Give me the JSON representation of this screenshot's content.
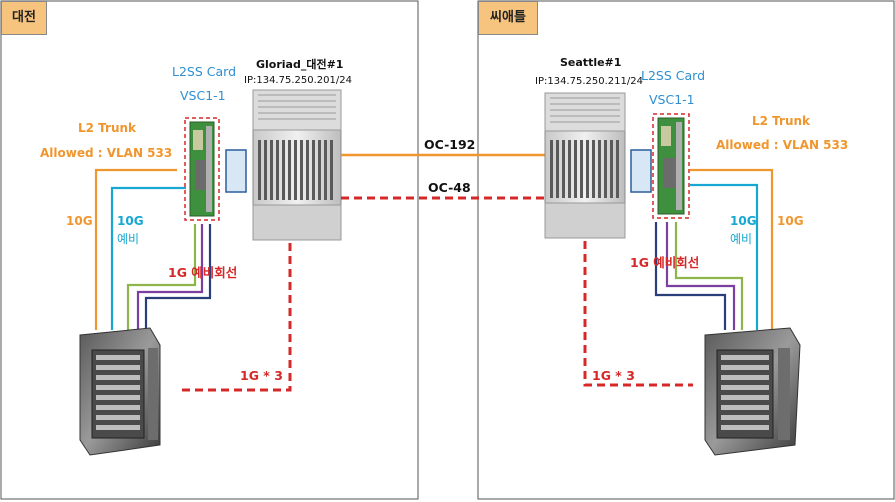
{
  "sites": {
    "left": {
      "name": "대전"
    },
    "right": {
      "name": "씨애틀"
    }
  },
  "left": {
    "card_label": "L2SS Card",
    "card_slot": "VSC1-1",
    "trunk_title": "L2 Trunk",
    "trunk_allowed": "Allowed : VLAN 533",
    "device_name": "Gloriad_대전#1",
    "device_ip": "IP:134.75.250.201/24",
    "link_10g": "10G",
    "link_10g_backup_line1": "10G",
    "link_10g_backup_line2": "예비",
    "backup_1g": "1G 예비회선",
    "bundle_1g": "1G * 3"
  },
  "right": {
    "card_label": "L2SS Card",
    "card_slot": "VSC1-1",
    "trunk_title": "L2 Trunk",
    "trunk_allowed": "Allowed : VLAN 533",
    "device_name": "Seattle#1",
    "device_ip": "IP:134.75.250.211/24",
    "link_10g": "10G",
    "link_10g_backup_line1": "10G",
    "link_10g_backup_line2": "예비",
    "backup_1g": "1G 예비회선",
    "bundle_1g": "1G * 3"
  },
  "links": {
    "oc192": "OC-192",
    "oc48": "OC-48"
  },
  "colors": {
    "orange": "#f0962e",
    "cyan": "#16a7d2",
    "red": "#d62828",
    "purple": "#7b3fa0",
    "green": "#8db54a",
    "navy": "#2a3f7a",
    "card_green": "#3e8f3e"
  }
}
